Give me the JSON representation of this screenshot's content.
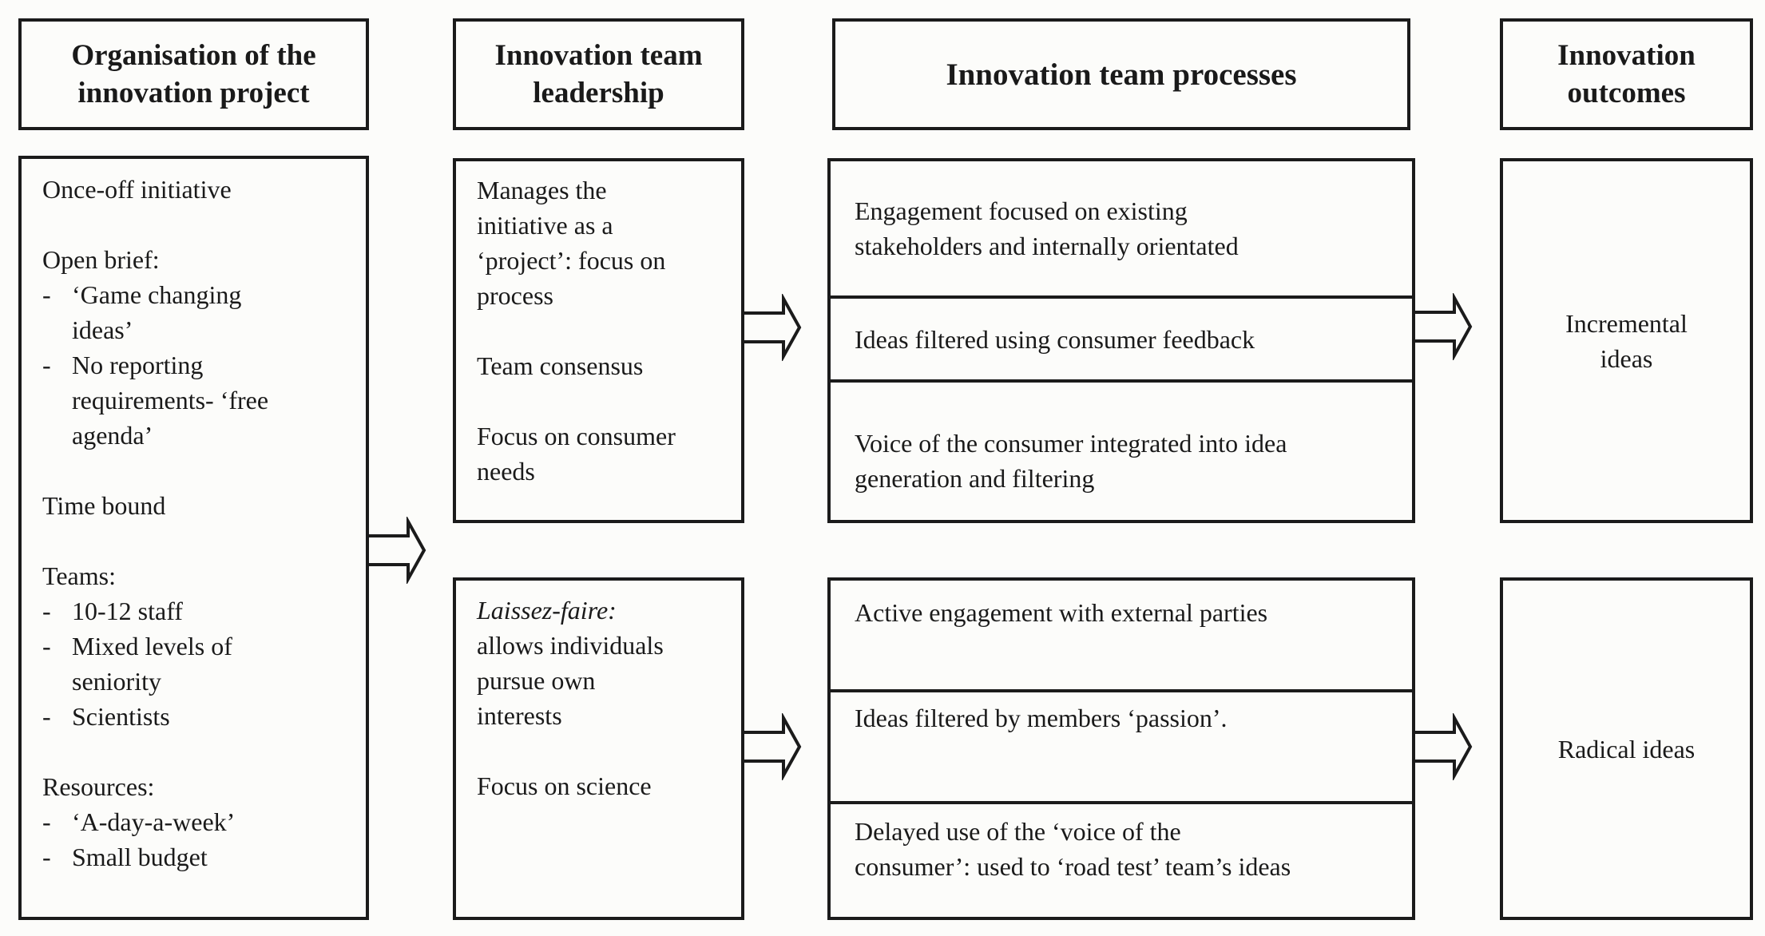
{
  "page": {
    "background": "#fcfcfa",
    "ink": "#1b1b1b"
  },
  "columns": {
    "organisation": {
      "header": "Organisation of the\ninnovation project",
      "items": [
        {
          "type": "p",
          "text": "Once-off initiative"
        },
        {
          "type": "gap"
        },
        {
          "type": "p",
          "text": "Open brief:"
        },
        {
          "type": "li",
          "text": "‘Game changing\nideas’"
        },
        {
          "type": "li",
          "text": "No reporting\nrequirements- ‘free\nagenda’"
        },
        {
          "type": "gap"
        },
        {
          "type": "p",
          "text": "Time bound"
        },
        {
          "type": "gap"
        },
        {
          "type": "p",
          "text": "Teams:"
        },
        {
          "type": "li",
          "text": "10-12 staff"
        },
        {
          "type": "li",
          "text": "Mixed levels of\nseniority"
        },
        {
          "type": "li",
          "text": "Scientists"
        },
        {
          "type": "gap"
        },
        {
          "type": "p",
          "text": "Resources:"
        },
        {
          "type": "li",
          "text": "‘A-day-a-week’"
        },
        {
          "type": "li",
          "text": "Small budget"
        }
      ]
    },
    "leadership": {
      "header": "Innovation team\nleadership",
      "top_box": {
        "text": "Manages the\ninitiative as a\n‘project’: focus on\nprocess\n\nTeam consensus\n\nFocus on consumer\nneeds"
      },
      "bottom_box": {
        "lead_italic": "Laissez-faire:",
        "text": "allows individuals\npursue own\ninterests\n\nFocus on science"
      }
    },
    "processes": {
      "header": "Innovation team processes",
      "top_cells": [
        "Engagement focused on existing\nstakeholders and internally orientated",
        "Ideas filtered using consumer feedback",
        "Voice of the consumer integrated into idea\ngeneration and filtering"
      ],
      "bottom_cells": [
        "Active engagement with external parties",
        "Ideas filtered by members ‘passion’.",
        "Delayed use of the ‘voice of the\nconsumer’: used to ‘road test’ team’s ideas"
      ]
    },
    "outcomes": {
      "header": "Innovation\noutcomes",
      "top_box": "Incremental\nideas",
      "bottom_box": "Radical ideas"
    }
  }
}
